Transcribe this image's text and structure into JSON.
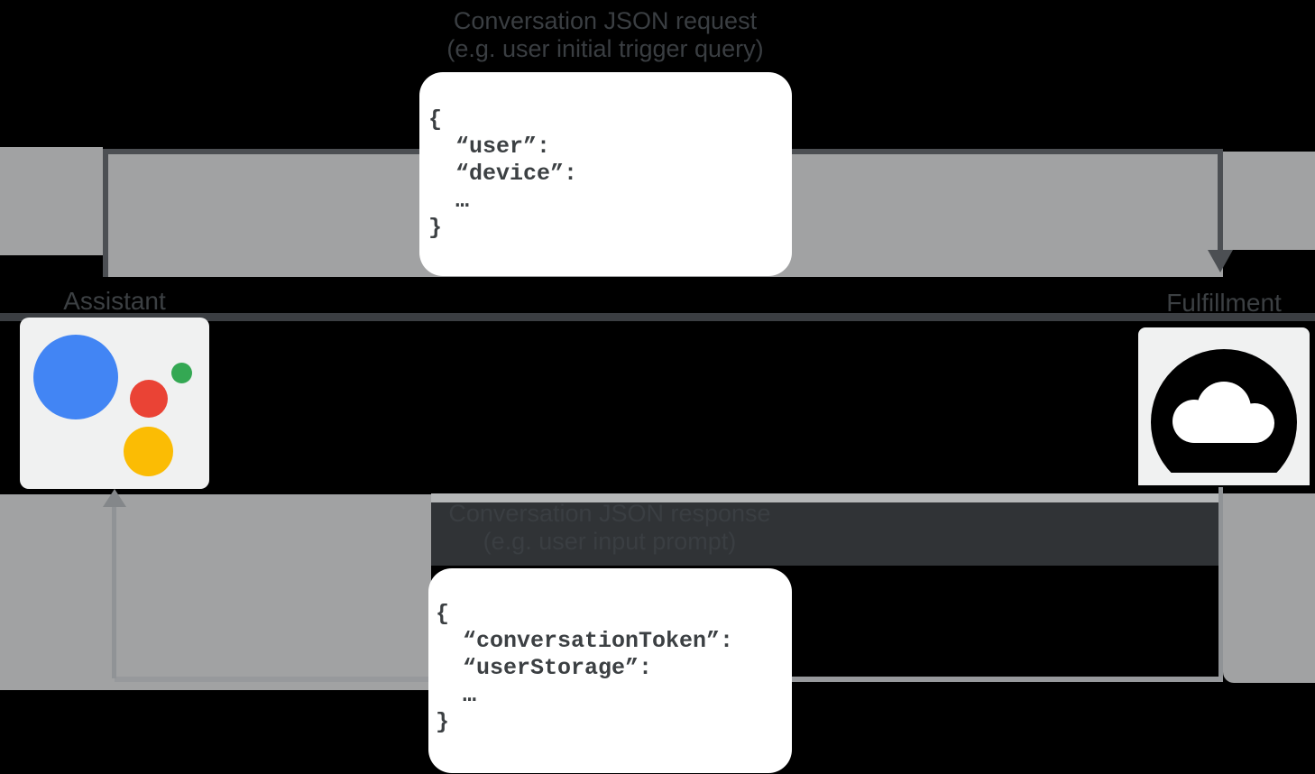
{
  "request": {
    "label_line1": "Conversation JSON request",
    "label_line2": "(e.g. user initial trigger query)",
    "json_lines": [
      "{",
      "“user”:",
      "“device”:",
      "…",
      "}"
    ]
  },
  "response": {
    "label_line1": "Conversation JSON response",
    "label_line2": "(e.g. user input prompt)",
    "json_lines": [
      "{",
      "“conversationToken”:",
      "“userStorage”:",
      "…",
      "}"
    ]
  },
  "entities": {
    "assistant": {
      "label": "Assistant",
      "icon": "google-assistant-logo"
    },
    "fulfillment": {
      "label": "Fulfillment",
      "icon": "cloud-icon"
    }
  },
  "colors": {
    "background": "#000000",
    "arrow_band": "#a1a2a3",
    "arrow_line": "#4c4f53",
    "faint_text": "#3a3e42",
    "json_text": "#3c4043",
    "box_white": "#ffffff",
    "icon_box": "#f0f1f1",
    "assistant_blue": "#4285f4",
    "assistant_red": "#ea4335",
    "assistant_green": "#34a853",
    "assistant_yellow": "#fbbc04",
    "cloud_glyph": "#000000"
  }
}
